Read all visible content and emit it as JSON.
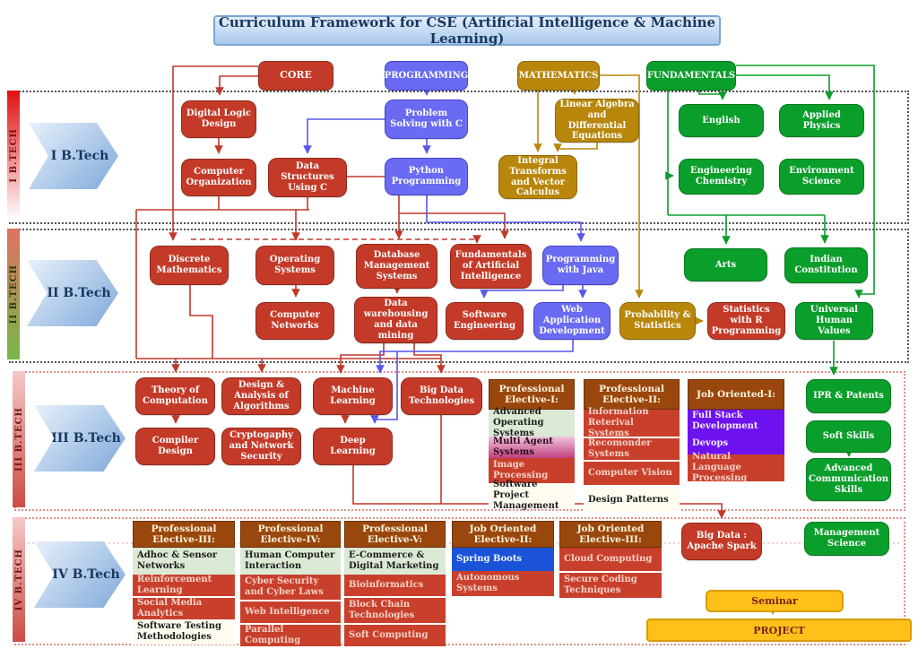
{
  "title": "Curriculum Framework for CSE (Artificial Intelligence & Machine Learning)",
  "colors": {
    "core_red": "#c43a28",
    "programming_blue": "#6a6af2",
    "math_gold": "#b8860b",
    "fundamentals_green": "#0a9e2b",
    "elective_header_brown": "#9a470d",
    "elective_lightgreen": "#dce9d5",
    "elective_pink": "#bf4080",
    "elective_violet": "#6d12ef",
    "spring_blue": "#1a53d8",
    "seminar_gold": "#ffc01a",
    "title_blue": "#a9c9ec"
  },
  "strips": {
    "s1": "I B.TECH",
    "s2": "II B.TECH",
    "s3": "III B.TECH",
    "s4": "IV B.TECH"
  },
  "chevrons": {
    "c1": "I B.Tech",
    "c2": "II B.Tech",
    "c3": "III B.Tech",
    "c4": "IV B.Tech"
  },
  "nodes": {
    "core": "CORE",
    "programming": "PROGRAMMING",
    "mathematics": "MATHEMATICS",
    "fundamentals": "FUNDAMENTALS",
    "dld": "Digital Logic Design",
    "co": "Computer Organization",
    "dsc": "Data Structures Using C",
    "psc": "Problem Solving with C",
    "python": "Python Programming",
    "lade": "Linear Algebra and Differential Equations",
    "itvc": "Integral Transforms and Vector Calculus",
    "english": "English",
    "aphy": "Applied Physics",
    "engchem": "Engineering Chemistry",
    "envsci": "Environment Science",
    "dm": "Discrete Mathematics",
    "os": "Operating Systems",
    "dbms": "Database Management Systems",
    "fai": "Fundamentals of Artificial Intelligence",
    "pwj": "Programming with Java",
    "arts": "Arts",
    "ic": "Indian Constitution",
    "cn": "Computer Networks",
    "dwdm": "Data warehousing and data mining",
    "se": "Software Engineering",
    "wad": "Web Application Development",
    "ps": "Probability & Statistics",
    "srp": "Statistics with R Programming",
    "uhv": "Universal Human Values",
    "toc": "Theory of Computation",
    "daa": "Design & Analysis of Algorithms",
    "ml": "Machine Learning",
    "bdt": "Big Data Technologies",
    "cd": "Compiler Design",
    "cns": "Cryptogaphy and Network Security",
    "dl": "Deep Learning",
    "ipr": "IPR & Patents",
    "ss": "Soft Skills",
    "acs": "Advanced Communication Skills",
    "bdas": "Big Data : Apache Spark",
    "ms": "Management Science",
    "seminar": "Seminar",
    "project": "PROJECT"
  },
  "electives": {
    "pe1": {
      "header": "Professional Elective-I:",
      "items": {
        "aos": "Advanced Operating Systems",
        "mas": "Multi Agent Systems",
        "ip": "Image Processing",
        "spm": "Software Project Management"
      }
    },
    "pe2": {
      "header": "Professional Elective-II:",
      "items": {
        "irs": "Information Reterival Systems",
        "rs": "Recomonder Systems",
        "cv": "Computer Vision",
        "dp": "Design Patterns"
      }
    },
    "jo1": {
      "header": "Job Oriented-I:",
      "items": {
        "fsd": "Full Stack Development",
        "devops": "Devops",
        "nlp": "Natural Language Processing"
      }
    },
    "pe3": {
      "header": "Professional Elective-III:",
      "items": {
        "asn": "Adhoc & Sensor Networks",
        "rl": "Reinforcement Learning",
        "sma": "Social Media Analytics",
        "stm": "Software Testing Methodologies"
      }
    },
    "pe4": {
      "header": "Professional Elective-IV:",
      "items": {
        "hci": "Human Computer Interaction",
        "cscl": "Cyber Security and Cyber Laws",
        "wi": "Web Intelligence",
        "pc": "Parallel Computing"
      }
    },
    "pe5": {
      "header": "Professional Elective-V:",
      "items": {
        "ecdm": "E-Commerce & Digital Marketing",
        "bio": "Bioinformatics",
        "bct": "Block Chain Technologies",
        "sc": "Soft Computing"
      }
    },
    "jo2": {
      "header": "Job Oriented Elective-II:",
      "items": {
        "sb": "Spring Boots",
        "as2": "Autonomous Systems"
      }
    },
    "jo3": {
      "header": "Job Oriented Elective-III:",
      "items": {
        "cc": "Cloud Computing",
        "sct": "Secure Coding Techniques"
      }
    }
  }
}
